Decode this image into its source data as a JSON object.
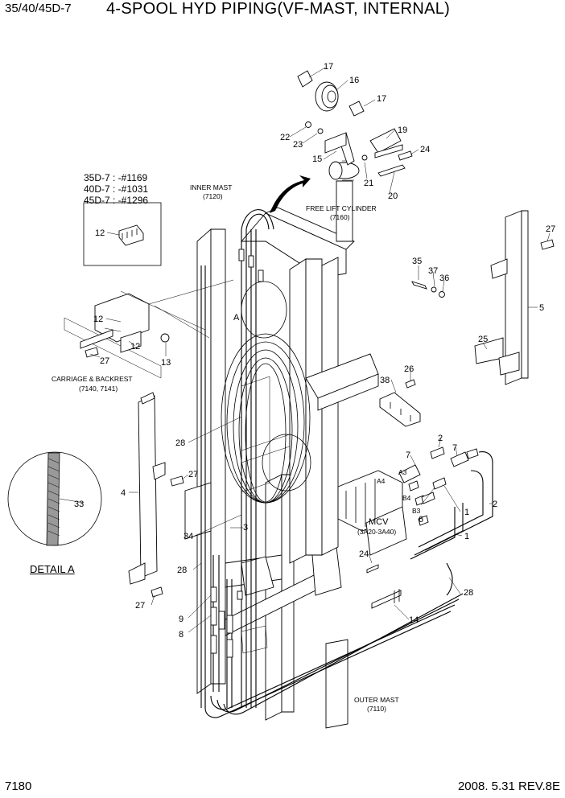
{
  "header": {
    "model": "35/40/45D-7",
    "title": "4-SPOOL HYD PIPING(VF-MAST, INTERNAL)"
  },
  "footer": {
    "page_number": "7180",
    "revision": "2008. 5.31  REV.8E"
  },
  "variants": {
    "line1": "35D-7 : -#1169",
    "line2": "40D-7 : -#1031",
    "line3": "45D-7 : -#1296"
  },
  "detail": {
    "title": "DETAIL A",
    "letter": "A"
  },
  "assemblies": {
    "inner_mast": "INNER MAST",
    "inner_mast_no": "(7120)",
    "free_lift": "FREE LIFT CYLINDER",
    "free_lift_no": "(7160)",
    "carriage": "CARRIAGE & BACKREST",
    "carriage_no": "(7140, 7141)",
    "mcv": "MCV",
    "mcv_no": "(3A20-3A40)",
    "outer_mast": "OUTER MAST",
    "outer_mast_no": "(7110)"
  },
  "ports": {
    "a4": "A4",
    "a3": "A3",
    "b4": "B4",
    "b3": "B3"
  },
  "callouts": {
    "c17a": "17",
    "c16": "16",
    "c17b": "17",
    "c19": "19",
    "c22": "22",
    "c23": "23",
    "c24a": "24",
    "c15": "15",
    "c21": "21",
    "c20": "20",
    "c27a": "27",
    "c5": "5",
    "c35": "35",
    "c37": "37",
    "c36": "36",
    "c25": "25",
    "c12a": "12",
    "c12b": "12",
    "c12c": "12",
    "c13": "13",
    "c27b": "27",
    "c26": "26",
    "c38": "38",
    "c28a": "28",
    "c2a": "2",
    "c7a": "7",
    "c7b": "7",
    "c27c": "27",
    "c4": "4",
    "c33": "33",
    "c6": "6",
    "c1a": "1",
    "c2b": "2",
    "c1b": "1",
    "c34": "34",
    "c3": "3",
    "c24b": "24",
    "c28b": "28",
    "c28c": "28",
    "c27d": "27",
    "c14": "14",
    "c9": "9",
    "c8": "8"
  }
}
